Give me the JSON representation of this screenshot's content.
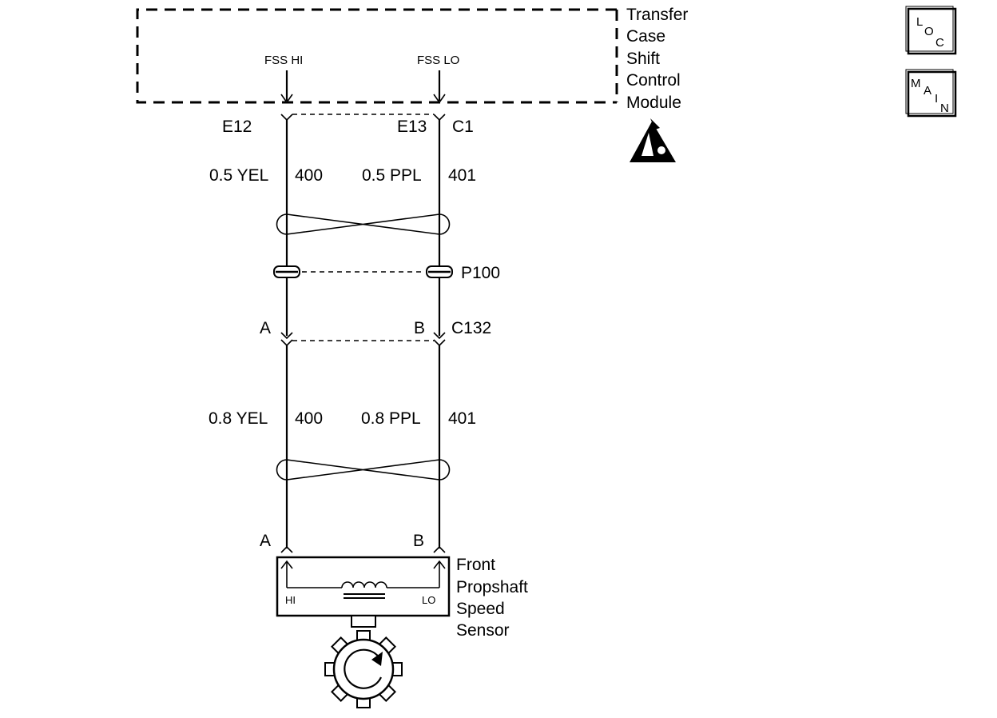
{
  "module": {
    "name_lines": [
      "Transfer",
      "Case",
      "Shift",
      "Control",
      "Module"
    ],
    "pin_hi": "FSS HI",
    "pin_lo": "FSS LO"
  },
  "connectors": {
    "upper_left_cavity": "E12",
    "upper_right_cavity": "E13",
    "upper_id": "C1",
    "inline": "P100",
    "mid_left_cavity": "A",
    "mid_right_cavity": "B",
    "mid_id": "C132",
    "lower_left_cavity": "A",
    "lower_right_cavity": "B"
  },
  "wires": {
    "upper_left_color": "0.5 YEL",
    "upper_left_circuit": "400",
    "upper_right_color": "0.5 PPL",
    "upper_right_circuit": "401",
    "lower_left_color": "0.8 YEL",
    "lower_left_circuit": "400",
    "lower_right_color": "0.8 PPL",
    "lower_right_circuit": "401"
  },
  "sensor": {
    "name_lines": [
      "Front",
      "Propshaft",
      "Speed",
      "Sensor"
    ],
    "pin_hi": "HI",
    "pin_lo": "LO"
  },
  "badges": {
    "loc": [
      "L",
      "O",
      "C"
    ],
    "main": [
      "M",
      "A",
      "I",
      "N"
    ]
  },
  "icons": {
    "esd": "esd-warning-icon",
    "rotor": "tone-wheel-icon"
  }
}
